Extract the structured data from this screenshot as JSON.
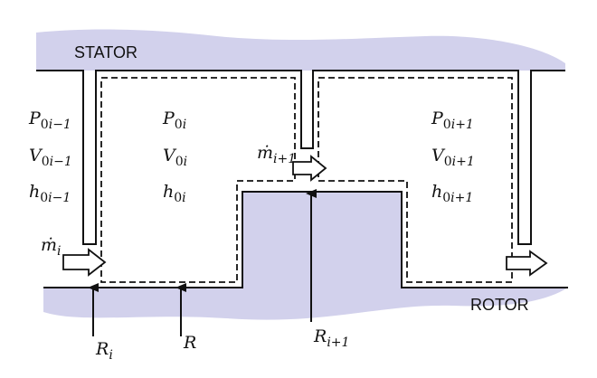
{
  "labels": {
    "stator": "STATOR",
    "rotor": "ROTOR"
  },
  "cavities": [
    {
      "pressure": "P0i−1",
      "velocity": "V0i−1",
      "enthalpy": "h0i−1"
    },
    {
      "pressure": "P0i",
      "velocity": "V0i",
      "enthalpy": "h0i"
    },
    {
      "pressure": "P0i+1",
      "velocity": "V0i+1",
      "enthalpy": "h0i+1"
    }
  ],
  "flows": {
    "m_i": "ṁi",
    "m_i_plus_1": "ṁi+1"
  },
  "radii": {
    "r_i": "Ri",
    "r": "R",
    "r_i_plus_1": "Ri+1"
  },
  "colors": {
    "region_fill": "#d2d1ec",
    "line": "#111111"
  }
}
